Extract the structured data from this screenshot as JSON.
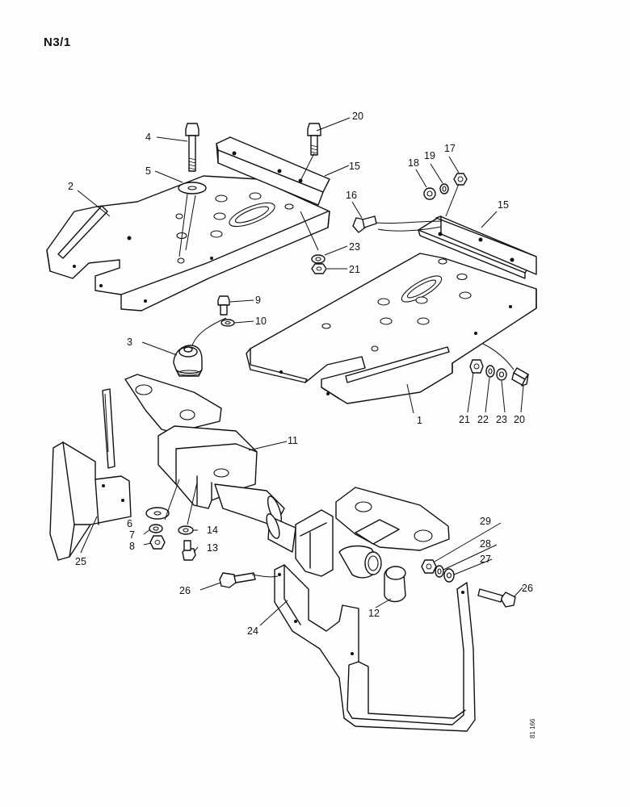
{
  "page_code": "N3/1",
  "drawing_ref": "81 166",
  "callouts": [
    {
      "id": "c1",
      "label": "1"
    },
    {
      "id": "c2",
      "label": "2"
    },
    {
      "id": "c3",
      "label": "3"
    },
    {
      "id": "c4",
      "label": "4"
    },
    {
      "id": "c5",
      "label": "5"
    },
    {
      "id": "c6",
      "label": "6"
    },
    {
      "id": "c7",
      "label": "7"
    },
    {
      "id": "c8",
      "label": "8"
    },
    {
      "id": "c9",
      "label": "9"
    },
    {
      "id": "c10",
      "label": "10"
    },
    {
      "id": "c11",
      "label": "11"
    },
    {
      "id": "c12",
      "label": "12"
    },
    {
      "id": "c13",
      "label": "13"
    },
    {
      "id": "c14",
      "label": "14"
    },
    {
      "id": "c15a",
      "label": "15"
    },
    {
      "id": "c15b",
      "label": "15"
    },
    {
      "id": "c16",
      "label": "16"
    },
    {
      "id": "c17",
      "label": "17"
    },
    {
      "id": "c18",
      "label": "18"
    },
    {
      "id": "c19",
      "label": "19"
    },
    {
      "id": "c20a",
      "label": "20"
    },
    {
      "id": "c20b",
      "label": "20"
    },
    {
      "id": "c21a",
      "label": "21"
    },
    {
      "id": "c21b",
      "label": "21"
    },
    {
      "id": "c22",
      "label": "22"
    },
    {
      "id": "c23a",
      "label": "23"
    },
    {
      "id": "c23b",
      "label": "23"
    },
    {
      "id": "c24",
      "label": "24"
    },
    {
      "id": "c25",
      "label": "25"
    },
    {
      "id": "c26a",
      "label": "26"
    },
    {
      "id": "c26b",
      "label": "26"
    },
    {
      "id": "c27",
      "label": "27"
    },
    {
      "id": "c28",
      "label": "28"
    },
    {
      "id": "c29",
      "label": "29"
    }
  ]
}
